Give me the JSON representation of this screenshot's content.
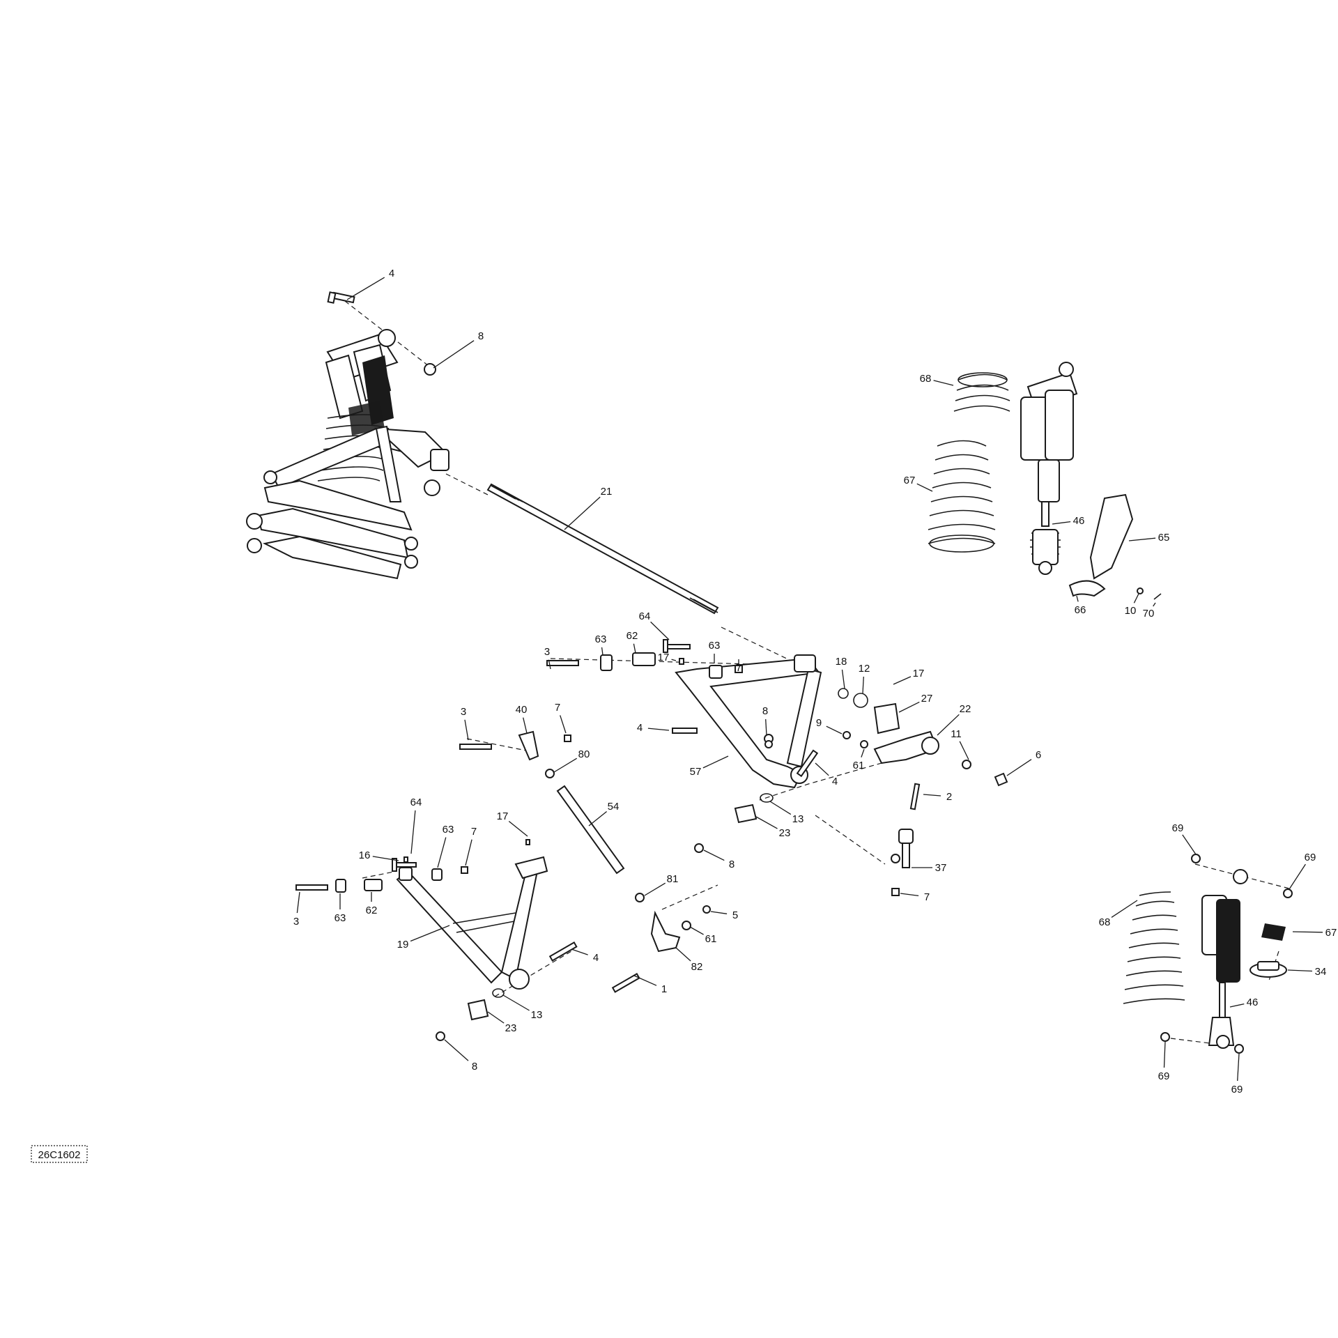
{
  "diagram": {
    "reference_code": "26C1602",
    "callouts": [
      "4",
      "8",
      "21",
      "68",
      "67",
      "46",
      "65",
      "66",
      "10",
      "70",
      "64",
      "63",
      "62",
      "3",
      "17",
      "63",
      "7",
      "18",
      "12",
      "17",
      "27",
      "22",
      "3",
      "40",
      "7",
      "80",
      "4",
      "8",
      "57",
      "9",
      "61",
      "4",
      "11",
      "6",
      "54",
      "2",
      "13",
      "23",
      "8",
      "37",
      "7",
      "64",
      "17",
      "63",
      "7",
      "16",
      "3",
      "63",
      "62",
      "19",
      "81",
      "5",
      "61",
      "82",
      "1",
      "4",
      "13",
      "23",
      "8",
      "69",
      "69",
      "67",
      "34",
      "68",
      "46",
      "69",
      "69"
    ]
  }
}
